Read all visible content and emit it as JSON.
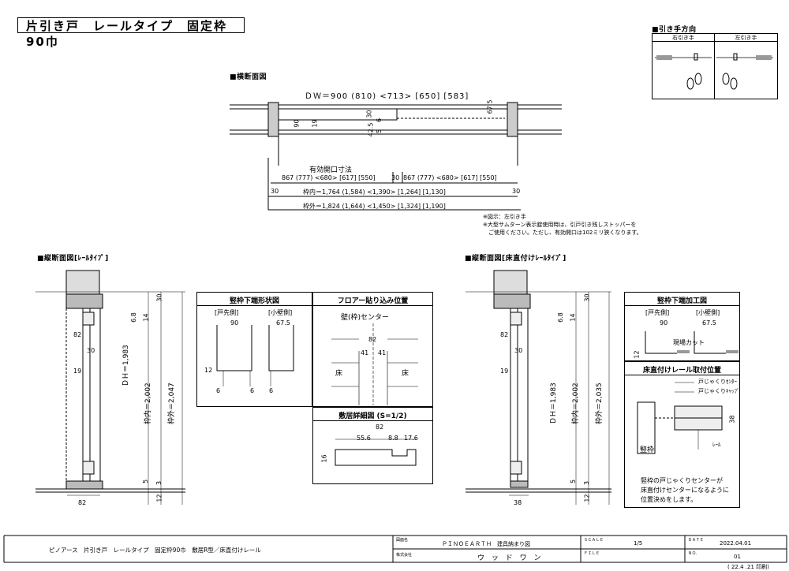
{
  "title": "片引き戸　レールタイプ　固定枠90巾",
  "direction": {
    "heading": "■引き手方向",
    "right": "右引き手",
    "left": "左引き手"
  },
  "plan": {
    "heading": "■横断面図",
    "dw": "ＤＷ＝900 (810) <713> [650] [583]",
    "dims": {
      "d90": "90",
      "d19": "19",
      "d30": "30",
      "d425": "42.5",
      "d6": "6",
      "d5": "5",
      "d675": "67.5"
    },
    "opening_label": "有効開口寸法",
    "opening_row": "867 (777) <680> [617] [550]",
    "opening_row2": "867 (777) <680> [617] [550]",
    "mid30": "30",
    "inner": "枠内＝1,764 (1,584) <1,390> [1,264] [1,130]",
    "outer": "枠外＝1,824 (1,644) <1,450> [1,324] [1,190]",
    "left30": "30",
    "right30": "30",
    "note1": "※図示：左引き手",
    "note2": "※大型サムターン表示錠使用時は、引戸引き残しストッパーを",
    "note3": "　ご使用ください。ただし、有効開口は102ミリ狭くなります。"
  },
  "left_section": {
    "heading": "■縦断面図[ﾚｰﾙﾀｲﾌﾟ]",
    "d30": "30",
    "d68": "6.8",
    "d14": "14",
    "d82": "82",
    "d30b": "30",
    "d19": "19",
    "dh": "ＤＨ＝1,983",
    "inner": "枠内＝2,002",
    "outer": "枠外＝2,047",
    "d5": "5",
    "d3": "3",
    "d12": "12",
    "bottom82": "82"
  },
  "panel_shape": {
    "heading": "竪枠下端形状図",
    "door_side": "[戸先側]",
    "wall_side": "[小壁側]",
    "w90": "90",
    "w675": "67.5",
    "h12": "12",
    "b6a": "6",
    "b6b": "6",
    "b6c": "6"
  },
  "panel_floor": {
    "heading": "フロアー貼り込み位置",
    "center": "壁(枠)センター",
    "w82": "82",
    "w41a": "41",
    "w41b": "41",
    "floor_l": "床",
    "floor_r": "床"
  },
  "panel_sill": {
    "heading": "敷居詳細図 (S=1/2)",
    "w82": "82",
    "w556": "55.6",
    "w88": "8.8",
    "w176": "17.6",
    "h16": "16"
  },
  "right_section": {
    "heading": "■縦断面図[床直付けﾚｰﾙﾀｲﾌﾟ]",
    "d30": "30",
    "d68": "6.8",
    "d14": "14",
    "d82": "82",
    "d30b": "30",
    "d19": "19",
    "dh": "ＤＨ＝1,983",
    "inner": "枠内＝2,002",
    "outer": "枠外＝2,035",
    "d5": "5",
    "d3": "3",
    "d12": "12",
    "bottom38": "38"
  },
  "panel_bottom": {
    "heading": "竪枠下端加工図",
    "door_side": "[戸先側]",
    "wall_side": "[小壁側]",
    "w90": "90",
    "w675": "67.5",
    "h12": "12",
    "cut": "現場カット"
  },
  "panel_rail": {
    "heading": "床直付けレール取付位置",
    "label1": "戸じゃくりｾﾝﾀｰ",
    "label2": "戸じゃくりｷｬｯﾌﾟ",
    "label3": "ﾚｰﾙ",
    "frame": "竪枠",
    "d38": "38",
    "note1": "竪枠の戸じゃくりセンターが",
    "note2": "床直付けセンターになるように",
    "note3": "位置決めをします。"
  },
  "footer": {
    "description": "ピノアース　片引き戸　レールタイプ　固定枠90巾　敷居R型／床直付けレール",
    "drawing_name_label": "図面名",
    "drawing_name": "ＰＩＮＯＥＡＲＴＨ　建具納まり図",
    "company_label": "株式会社",
    "company": "ウ ッ ド ワ ン",
    "scale_label": "ＳＣＡＬＥ",
    "scale": "1/5",
    "date_label": "ＤＡＴＥ",
    "date": "2022.04.01",
    "file_label": "ＦＩＬＥ",
    "file": "",
    "no_label": "ＮＯ.",
    "no": "01",
    "print": "( 22.4 .21 印刷)"
  }
}
